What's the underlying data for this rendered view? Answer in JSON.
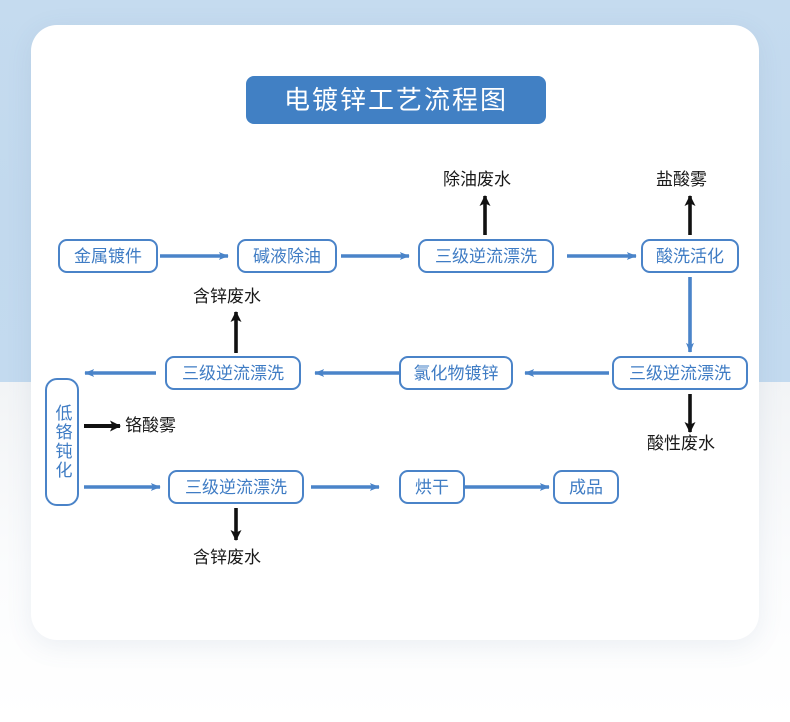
{
  "page": {
    "title": "电镀锌工艺流程图",
    "colors": {
      "accent_blue": "#4180c4",
      "node_border": "#4a83c8",
      "node_text": "#3f7cc4",
      "arrow_blue": "#4a84c9",
      "arrow_black": "#111111",
      "backdrop_blue": "#c3daef",
      "card_white": "#ffffff"
    }
  },
  "nodes": {
    "metal_part": "金属镀件",
    "alkali_degrease": "碱液除油",
    "rinse_1": "三级逆流漂洗",
    "acid_activation": "酸洗活化",
    "rinse_2": "三级逆流漂洗",
    "zinc_chloride_plating": "氯化物镀锌",
    "rinse_3": "三级逆流漂洗",
    "low_chrome_passivation": "低铬钝化",
    "rinse_4": "三级逆流漂洗",
    "drying": "烘干",
    "finished_product": "成品"
  },
  "emissions": {
    "degreasing_wastewater": "除油废水",
    "hydrochloric_acid_mist": "盐酸雾",
    "zinc_bearing_wastewater_top": "含锌废水",
    "acidic_wastewater": "酸性废水",
    "chromic_acid_mist": "铬酸雾",
    "zinc_bearing_wastewater_bottom": "含锌废水"
  }
}
